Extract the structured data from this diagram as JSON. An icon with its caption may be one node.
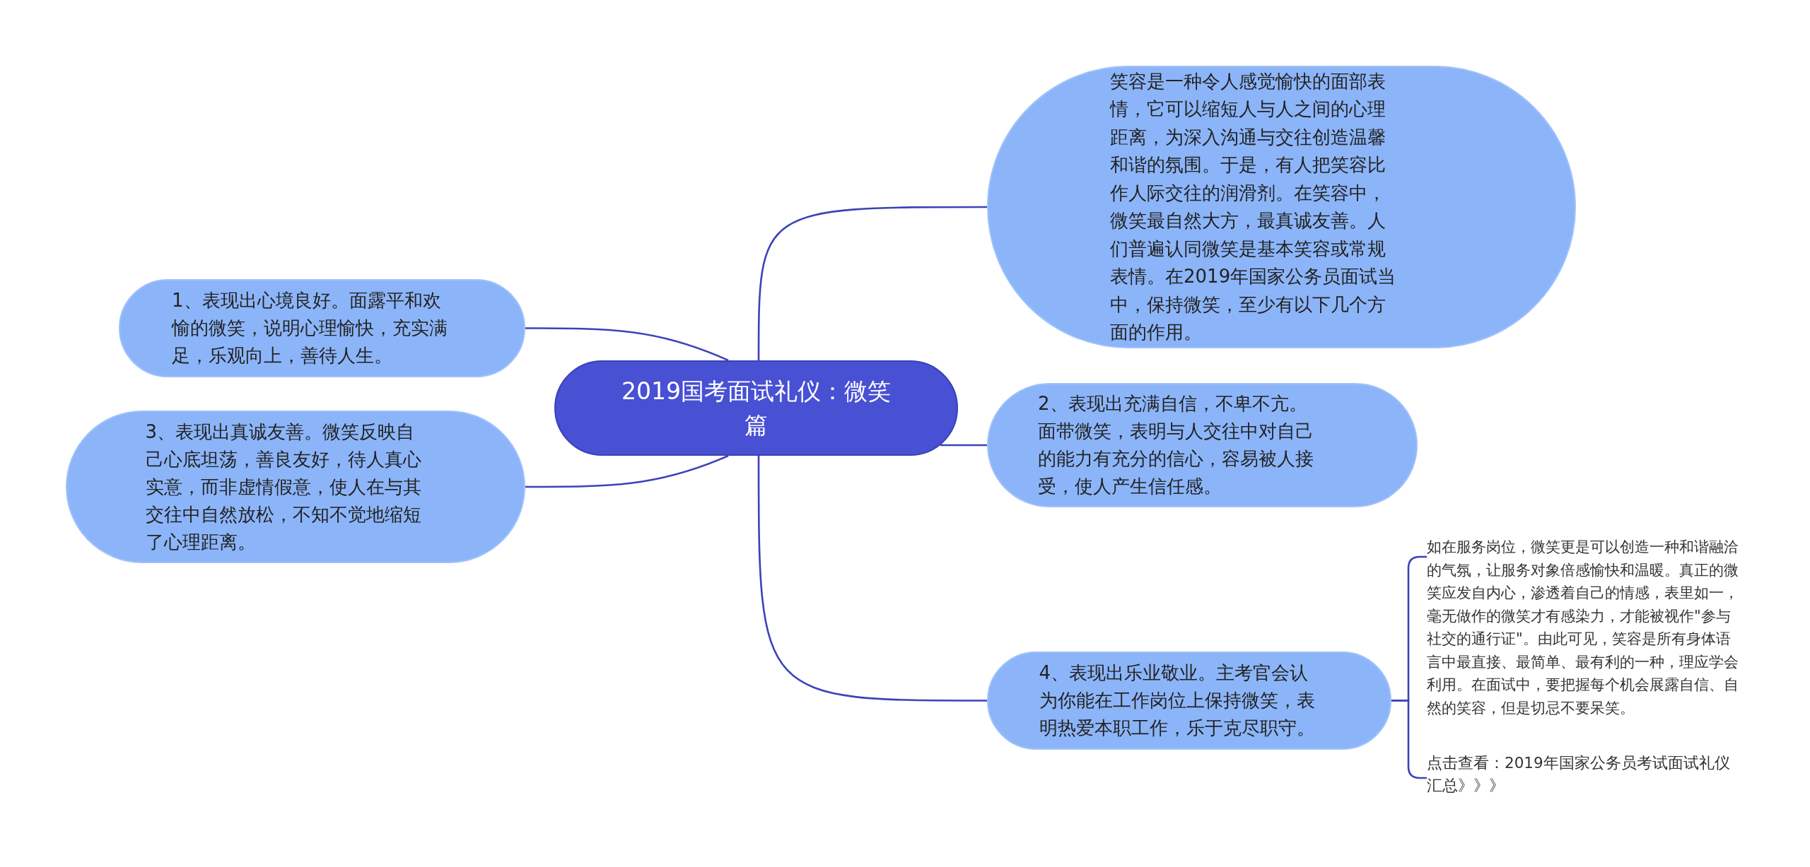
{
  "diagram": {
    "nodes": [
      {
        "text": [
          "2019国考面试礼仪：微笑篇"
        ]
      },
      {
        "text": [
          "笑容是一种令人感觉愉快的面部表情，它可以缩短人与人之间的心理距离，为深入沟通与交往创造温馨和谐的氛围。于是，有人把笑容比作人际交往的润滑剂。在笑容中，微笑最自然大方，最真诚友善。人们普遍认同微笑是基本笑容或常规表情。在2019年国家公务员面试当中，保持微笑，至少有以下几个方面的作用。"
        ]
      },
      {
        "text": [
          "1、表现出心境良好。面露平和欢愉的微笑，说明心理愉快，充实满足，乐观向上，善待人生。"
        ]
      },
      {
        "text": [
          "2、表现出充满自信，不卑不亢。面带微笑，表明与人交往中对自己的能力有充分的信心，容易被人接受，使人产生信任感。"
        ]
      },
      {
        "text": [
          "3、表现出真诚友善。微笑反映自己心底坦荡，善良友好，待人真心实意，而非虚情假意，使人在与其交往中自然放松，不知不觉地缩短了心理距离。"
        ]
      },
      {
        "text": [
          "4、表现出乐业敬业。主考官会认为你能在工作岗位上保持微笑，表明热爱本职工作，乐于克尽职守。"
        ]
      },
      {
        "text": [
          "如在服务岗位，微笑更是可以创造一种和谐融洽的气氛，让服务对象倍感愉快和温暖。真正的微笑应发自内心，渗透着自己的情感，表里如一，毫无做作的微笑才有感染力，才能被视作\"参与社交的通行证\"。由此可见，笑容是所有身体语言中最直接、最简单、最有利的一种，理应学会利用。在面试中，要把握每个机会展露自信、自然的笑容，但是切忌不要呆笑。"
        ]
      },
      {
        "text": [
          "点击查看：2019年国家公务员考试面试礼仪汇总》》》"
        ]
      }
    ],
    "edges": [
      {
        "from": 0,
        "to": 1,
        "arrow": "none"
      },
      {
        "from": 0,
        "to": 2,
        "arrow": "none"
      },
      {
        "from": 0,
        "to": 3,
        "arrow": "none"
      },
      {
        "from": 0,
        "to": 4,
        "arrow": "none"
      },
      {
        "from": 0,
        "to": 5,
        "arrow": "none"
      },
      {
        "from": 5,
        "to": 6,
        "arrow": "none"
      },
      {
        "from": 5,
        "to": 7,
        "arrow": "none"
      }
    ]
  }
}
